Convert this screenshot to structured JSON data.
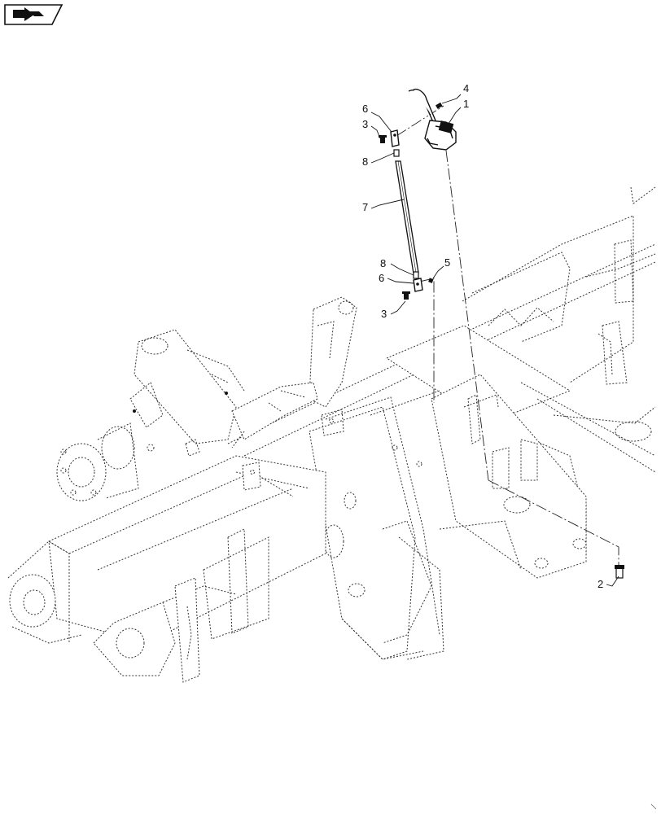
{
  "diagram": {
    "callouts": [
      {
        "id": "c4",
        "text": "4"
      },
      {
        "id": "c1",
        "text": "1"
      },
      {
        "id": "c6a",
        "text": "6"
      },
      {
        "id": "c3a",
        "text": "3"
      },
      {
        "id": "c8a",
        "text": "8"
      },
      {
        "id": "c7",
        "text": "7"
      },
      {
        "id": "c8b",
        "text": "8"
      },
      {
        "id": "c5",
        "text": "5"
      },
      {
        "id": "c6b",
        "text": "6"
      },
      {
        "id": "c3b",
        "text": "3"
      },
      {
        "id": "c2",
        "text": "2"
      }
    ]
  },
  "icons": {
    "nav": "return-to-index-arrow-icon"
  }
}
